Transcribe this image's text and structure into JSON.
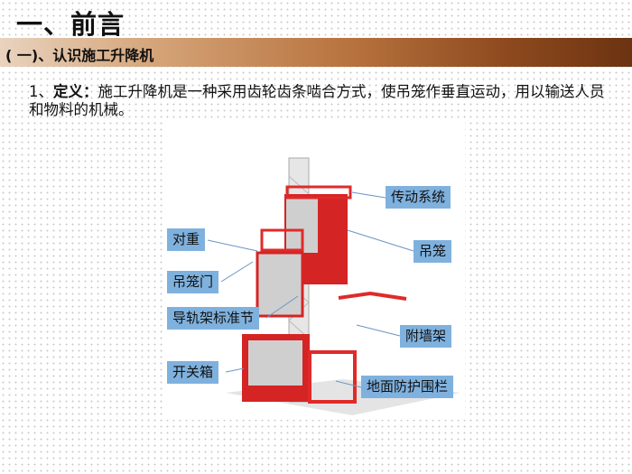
{
  "title": "一、前言",
  "section": "( 一)、认识施工升降机",
  "definition": {
    "prefix": "1、",
    "term": "定义：",
    "text": "施工升降机是一种采用齿轮齿条啮合方式，使吊笼作垂直运动，用以输送人员和物料的机械。"
  },
  "labels": {
    "drive": "传动系统",
    "cage": "吊笼",
    "counterweight": "对重",
    "cage_door": "吊笼门",
    "mast": "导轨架标准节",
    "wall_tie": "附墙架",
    "switch_box": "开关箱",
    "fence": "地面防护围栏"
  },
  "colors": {
    "label_bg": "#7fb1de",
    "machine": "#e02a2a"
  }
}
